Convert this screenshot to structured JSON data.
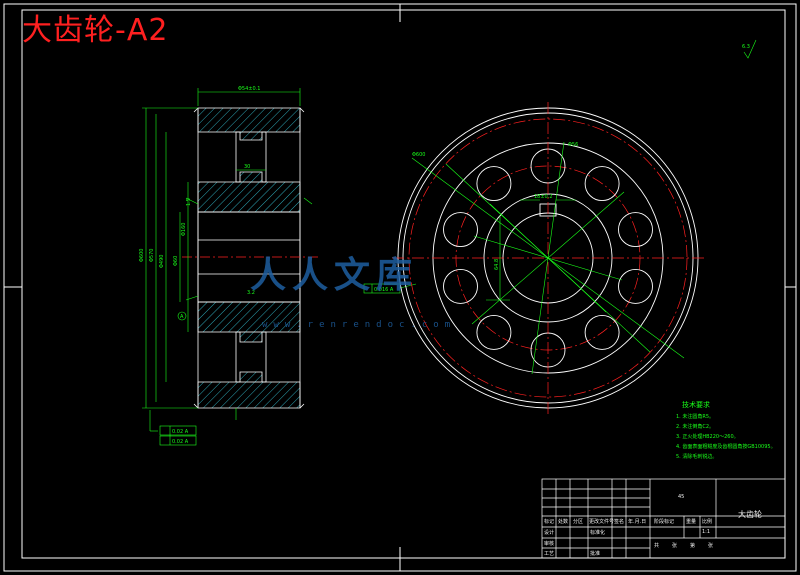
{
  "drawing": {
    "title": "大齿轮-A2",
    "roughness_mark": "6.3",
    "colors": {
      "frame": "#ffffff",
      "part": "#ffffff",
      "dimension": "#19ff19",
      "center": "#ff2020",
      "hatch": "#2ea8b8",
      "title": "#ff2020",
      "watermark": "#1e5fa0"
    }
  },
  "watermark": {
    "text": "人人文库",
    "url": "www.renrendoc.com"
  },
  "dimensions": {
    "top_width": "Φ54±0.1",
    "hub_width": "30",
    "d1": "Φ600",
    "d2": "Φ570",
    "d3": "Φ490",
    "d4": "Φ60",
    "bore": "Φ160",
    "keyway_width": "18±0.2",
    "keyway_depth": "64.8",
    "hole_pattern": "Φ56",
    "chamfer": "1.5",
    "ra": "3.2",
    "tol_left": "0.02 A",
    "tol_right": "0.016 A"
  },
  "tech_req": {
    "heading": "技术要求",
    "items": [
      "1. 未注圆角R5。",
      "2. 未注倒角C2。",
      "3. 正火处理HB220～260。",
      "4. 齿面表面粗糙度及齿根圆角按GB10095。",
      "5. 清除毛刺锐边。"
    ]
  },
  "title_block": {
    "material": "45",
    "part_name": "大齿轮",
    "row_labels": [
      "标记",
      "处数",
      "分区",
      "更改文件号",
      "签名",
      "年.月.日"
    ],
    "labels": [
      "设计",
      "标准化",
      "审核",
      "工艺",
      "批准"
    ],
    "stage_label": "阶段标记",
    "weight_label": "重量",
    "scale_label": "比例",
    "scale_value": "1:1",
    "sheet_labels": [
      "共",
      "张",
      "第",
      "张"
    ]
  }
}
